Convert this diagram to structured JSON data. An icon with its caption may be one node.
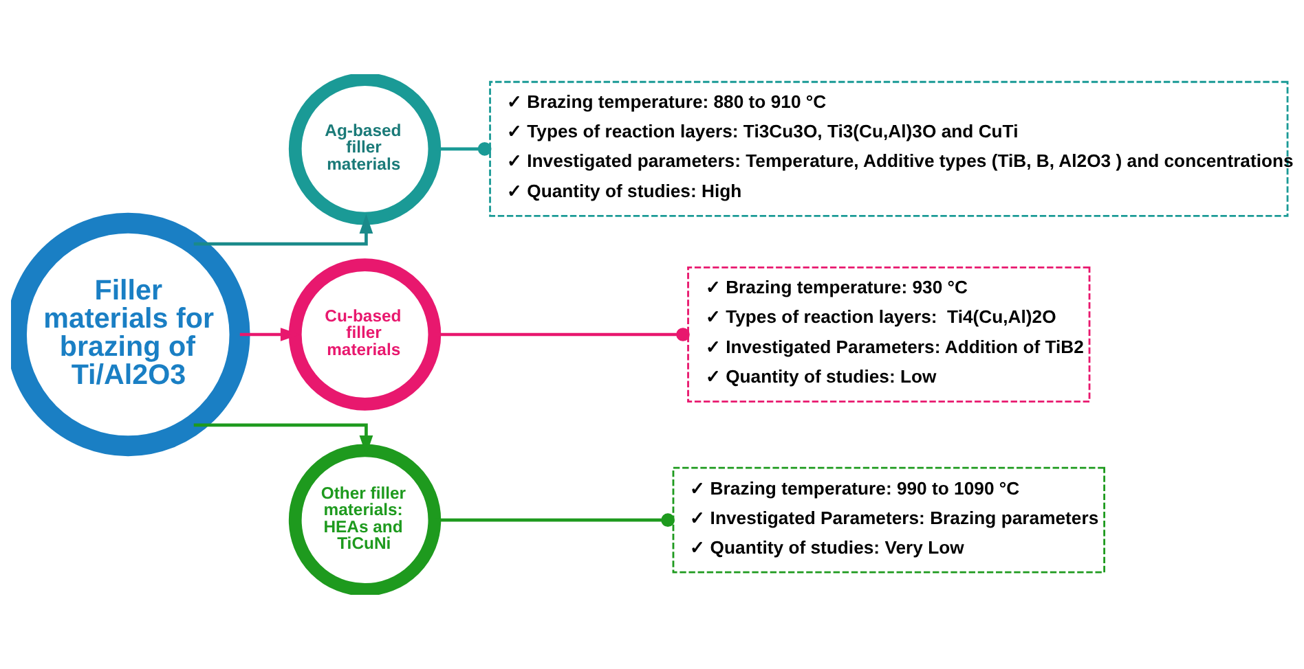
{
  "diagram": {
    "nodes": [
      {
        "text": [
          "Filler materials for brazing of Ti/Al2O3"
        ]
      },
      {
        "text": [
          "Ag-based filler materials"
        ]
      },
      {
        "text": [
          "Cu-based filler materials"
        ]
      },
      {
        "text": [
          "Other filler materials: HEAs and TiCuNi"
        ]
      },
      {
        "text": [
          "✓ Brazing temperature: 880 to 910 °C",
          "✓ Types of reaction layers: Ti3Cu3O, Ti3(Cu,Al)3O and CuTi",
          "✓ Investigated parameters: Temperature, Additive types (TiB, B, Al2O3 ) and concentrations",
          "✓ Quantity of studies: High"
        ]
      },
      {
        "text": [
          "✓ Brazing temperature: 930 °C",
          "✓ Types of reaction layers:  Ti4(Cu,Al)2O",
          "✓ Investigated Parameters: Addition of TiB2",
          "✓ Quantity of studies: Low"
        ]
      },
      {
        "text": [
          "✓ Brazing temperature: 990 to 1090 °C",
          "✓ Investigated Parameters: Brazing parameters",
          "✓ Quantity of studies: Very Low"
        ]
      }
    ],
    "edges": [
      {
        "from": 0,
        "to": 1,
        "arrow": "to",
        "color": "#1a8a8a"
      },
      {
        "from": 0,
        "to": 2,
        "arrow": "to",
        "color": "#e8186e"
      },
      {
        "from": 0,
        "to": 3,
        "arrow": "to",
        "color": "#1e9a1e"
      },
      {
        "from": 1,
        "to": 4,
        "arrow": "other",
        "color": "#1a9a96"
      },
      {
        "from": 2,
        "to": 5,
        "arrow": "other",
        "color": "#e8186e"
      },
      {
        "from": 3,
        "to": 6,
        "arrow": "other",
        "color": "#1e9a1e"
      }
    ]
  }
}
